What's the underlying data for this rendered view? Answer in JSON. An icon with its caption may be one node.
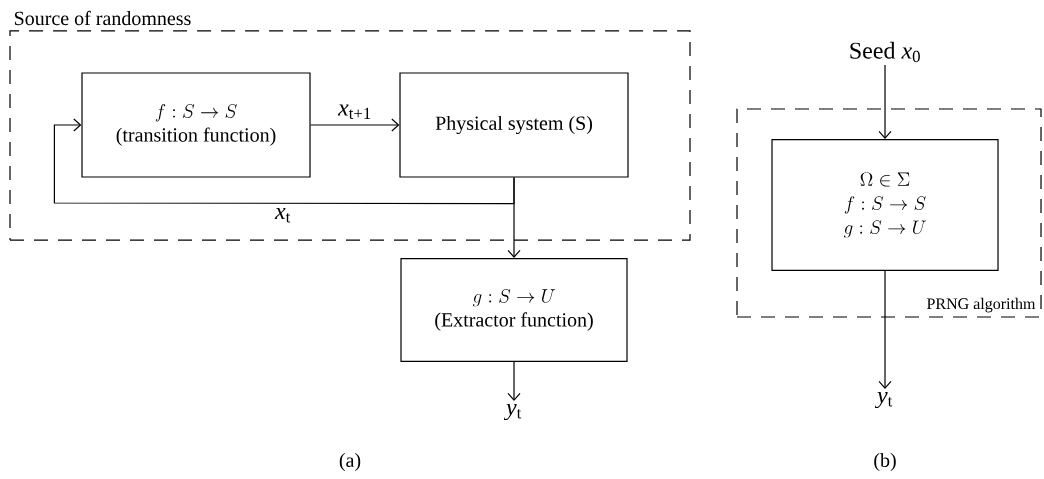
{
  "diagram": {
    "nodes": [
      {
        "text": [
          "Source of randomness"
        ]
      },
      {
        "text": [
          "f:S \\rightarrow S",
          "(transition function)"
        ],
        "in": 0
      },
      {
        "text": [
          "Physical system (S)"
        ],
        "in": 0
      },
      {
        "text": [
          "g:S \\rightarrow U",
          "(Extractor function)"
        ]
      },
      {
        "text": [
          "*y*$_{t}$"
        ]
      },
      {
        "text": [
          "PRNG algorithm"
        ]
      },
      {
        "text": [
          "\\Omega \\in \\Sigma",
          "f:S \\rightarrow S",
          "g:S \\rightarrow U"
        ],
        "in": 5
      },
      {
        "text": [
          "Seed *x*$_{0}$"
        ]
      },
      {
        "text": [
          "*y*$_{t}$"
        ]
      }
    ],
    "edges": [
      {
        "from": 1,
        "to": 2,
        "arrow": "to",
        "label": "*x*$_{t+1}$"
      },
      {
        "from": 2,
        "to": 1,
        "arrow": "to",
        "label": "*x*$_{t}$"
      },
      {
        "from": 2,
        "to": 3,
        "arrow": "to"
      },
      {
        "from": 3,
        "to": 4,
        "arrow": "to"
      },
      {
        "from": 7,
        "to": 6,
        "arrow": "to"
      },
      {
        "from": 6,
        "to": 8,
        "arrow": "to"
      }
    ],
    "labels": [
      "(a)",
      "(b)"
    ]
  }
}
